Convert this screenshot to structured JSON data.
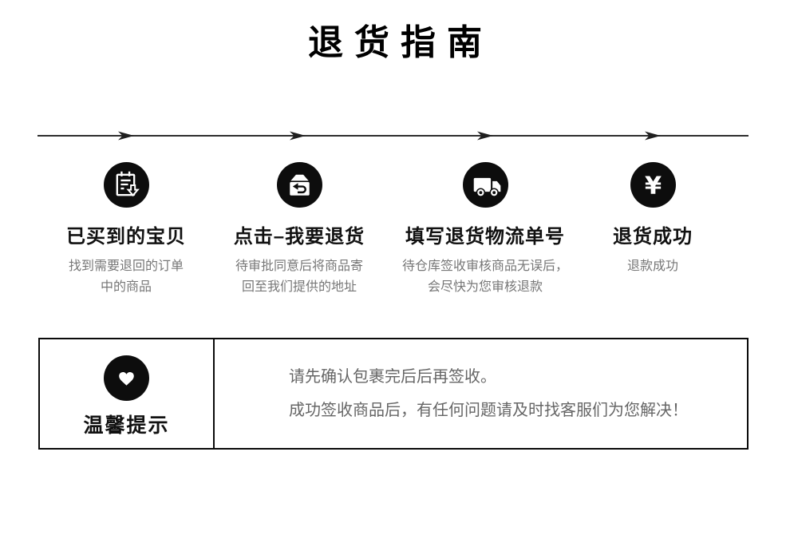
{
  "page": {
    "title": "退货指南",
    "background": "#ffffff",
    "accent_black": "#0d0d0d",
    "text_gray": "#777777"
  },
  "timeline": {
    "arrow_count": 4,
    "line_color": "#2e2e2e"
  },
  "steps": [
    {
      "icon": "order-list-icon",
      "title": "已买到的宝贝",
      "desc_lines": [
        "找到需要退回的订单",
        "中的商品"
      ]
    },
    {
      "icon": "return-parcel-icon",
      "title": "点击–我要退货",
      "desc_lines": [
        "待审批同意后将商品寄",
        "回至我们提供的地址"
      ]
    },
    {
      "icon": "delivery-truck-icon",
      "title": "填写退货物流单号",
      "desc_lines": [
        "待仓库签收审核商品无误后，",
        "会尽快为您审核退款"
      ]
    },
    {
      "icon": "yuan-refund-icon",
      "title": "退货成功",
      "desc_lines": [
        "退款成功"
      ]
    }
  ],
  "tips": {
    "icon": "heart-icon",
    "label": "温馨提示",
    "lines": [
      "请先确认包裹完后后再签收。",
      "成功签收商品后，有任何问题请及时找客服们为您解决！"
    ]
  }
}
